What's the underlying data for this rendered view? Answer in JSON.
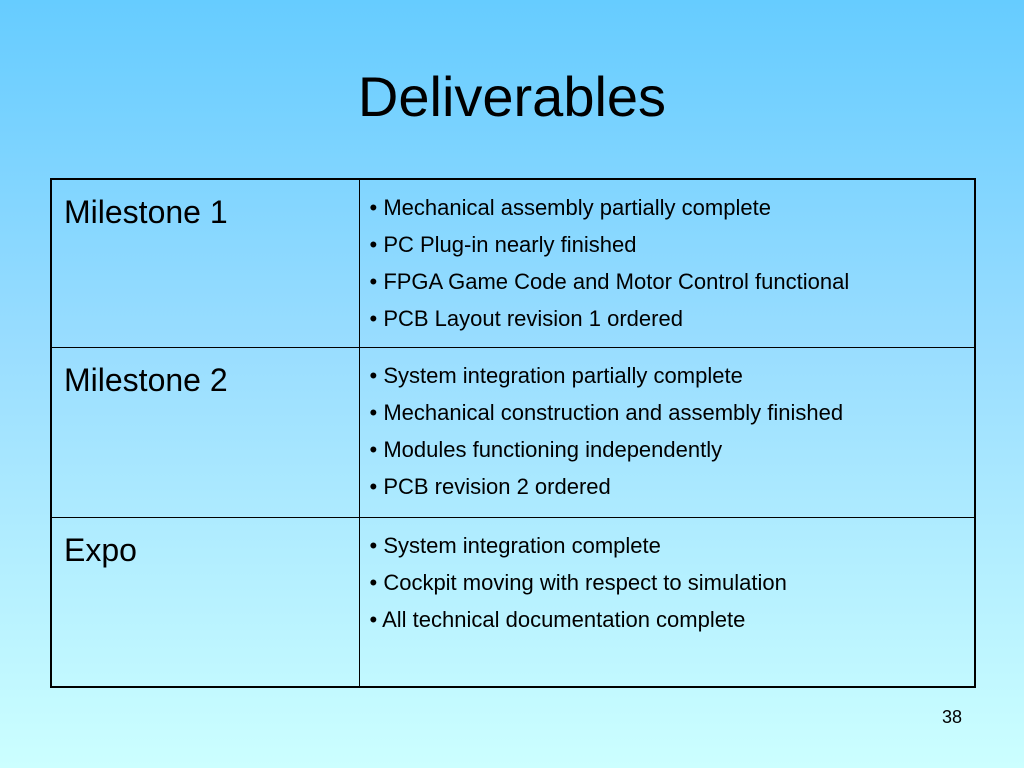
{
  "slide": {
    "title": "Deliverables",
    "page_number": "38"
  },
  "table": {
    "rows": [
      {
        "milestone": "Milestone 1",
        "items": [
          "• Mechanical assembly partially complete",
          "• PC Plug-in nearly finished",
          "• FPGA Game Code and Motor Control functional",
          "• PCB Layout revision 1 ordered"
        ]
      },
      {
        "milestone": "Milestone 2",
        "items": [
          "• System integration partially complete",
          "• Mechanical construction and assembly finished",
          "• Modules functioning independently",
          "• PCB revision 2 ordered"
        ]
      },
      {
        "milestone": "Expo",
        "items": [
          "• System integration complete",
          "• Cockpit moving with respect to simulation",
          "• All technical documentation complete"
        ]
      }
    ]
  }
}
